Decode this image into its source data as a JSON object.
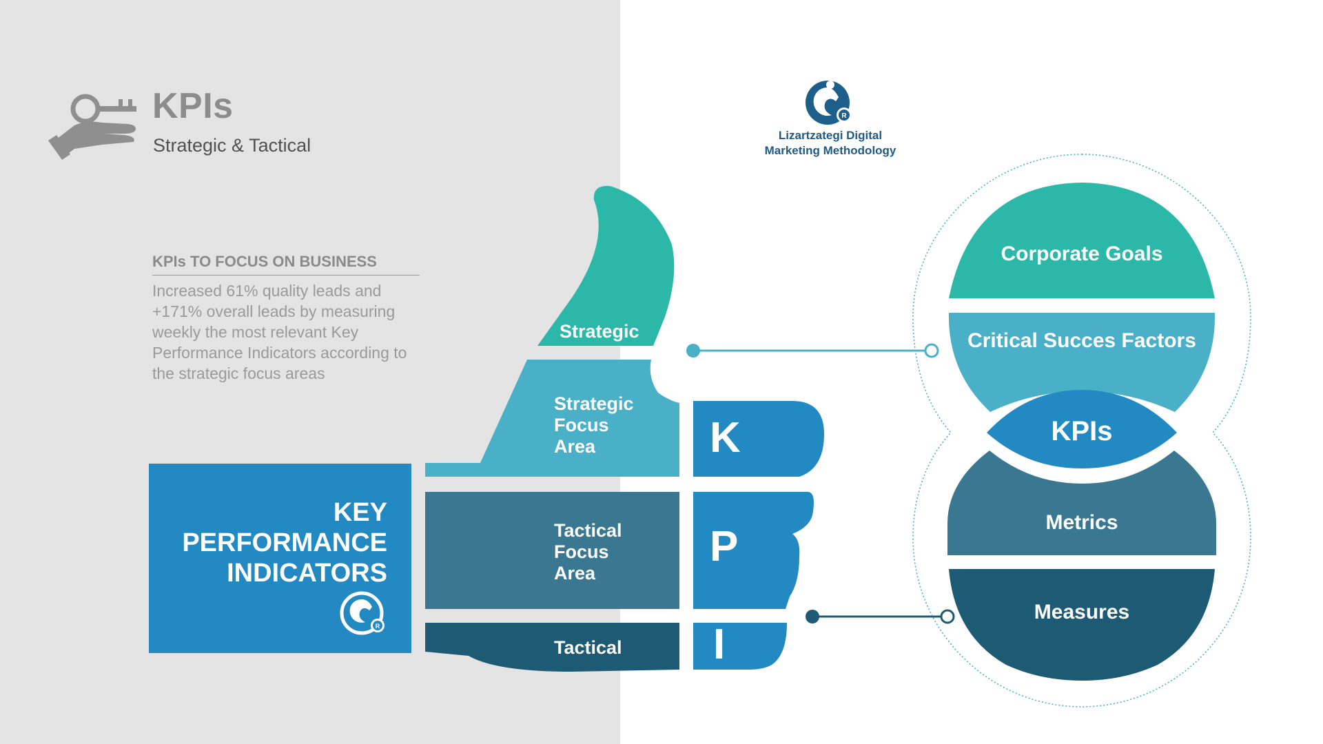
{
  "header": {
    "title": "KPIs",
    "subtitle": "Strategic & Tactical",
    "icon": "key-in-hand-icon"
  },
  "focus": {
    "heading": "KPIs TO FOCUS ON BUSINESS",
    "body": "Increased 61% quality leads and +171% overall leads by measuring weekly the most relevant Key Performance Indicators according to the strategic focus areas"
  },
  "brand": {
    "line1": "Lizartzategi Digital",
    "line2": "Marketing Methodology",
    "icon": "lizard-registered-logo-icon"
  },
  "thumb": {
    "strategic": "Strategic",
    "strategic_focus": [
      "Strategic",
      "Focus",
      "Area"
    ],
    "tactical_focus": [
      "Tactical",
      "Focus",
      "Area"
    ],
    "tactical": "Tactical",
    "letters": [
      "K",
      "P",
      "I"
    ]
  },
  "kpi_box": {
    "lines": [
      "KEY",
      "PERFORMANCE",
      "INDICATORS"
    ]
  },
  "circle": {
    "corporate_goals": "Corporate  Goals",
    "csf": "Critical Succes Factors",
    "kpis": "KPIs",
    "metrics": "Metrics",
    "measures": "Measures"
  },
  "colors": {
    "teal": "#2bb8a8",
    "light_blue": "#4ab0c8",
    "blue": "#2289c2",
    "slate": "#3a7892",
    "navy": "#1d5a73",
    "left_background": "#e4e4e4"
  }
}
